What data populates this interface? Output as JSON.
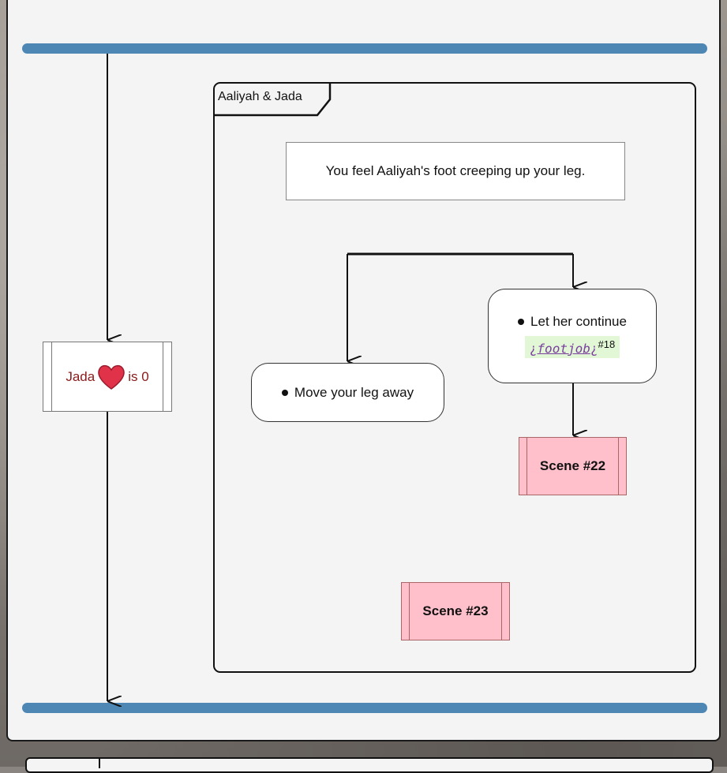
{
  "group": {
    "label": "Aaliyah & Jada"
  },
  "note": {
    "text": "You feel Aaliyah's foot creeping up your leg."
  },
  "options": [
    {
      "label": "Move your leg away"
    },
    {
      "label": "Let her continue",
      "tag_open": "¿",
      "tag_link": "footjob",
      "tag_close": "¿",
      "tag_ref": "#18"
    }
  ],
  "scenes": {
    "s22": "Scene #22",
    "s23": "Scene #23"
  },
  "condition": {
    "name": "Jada",
    "icon": "heart-icon",
    "suffix": "is 0"
  },
  "colors": {
    "bar": "#4e86b4",
    "scene_fill": "#ffc0cb",
    "heart": "#e0334a",
    "condition_text": "#8b1a1a",
    "tag_bg": "#e1f7d5"
  }
}
